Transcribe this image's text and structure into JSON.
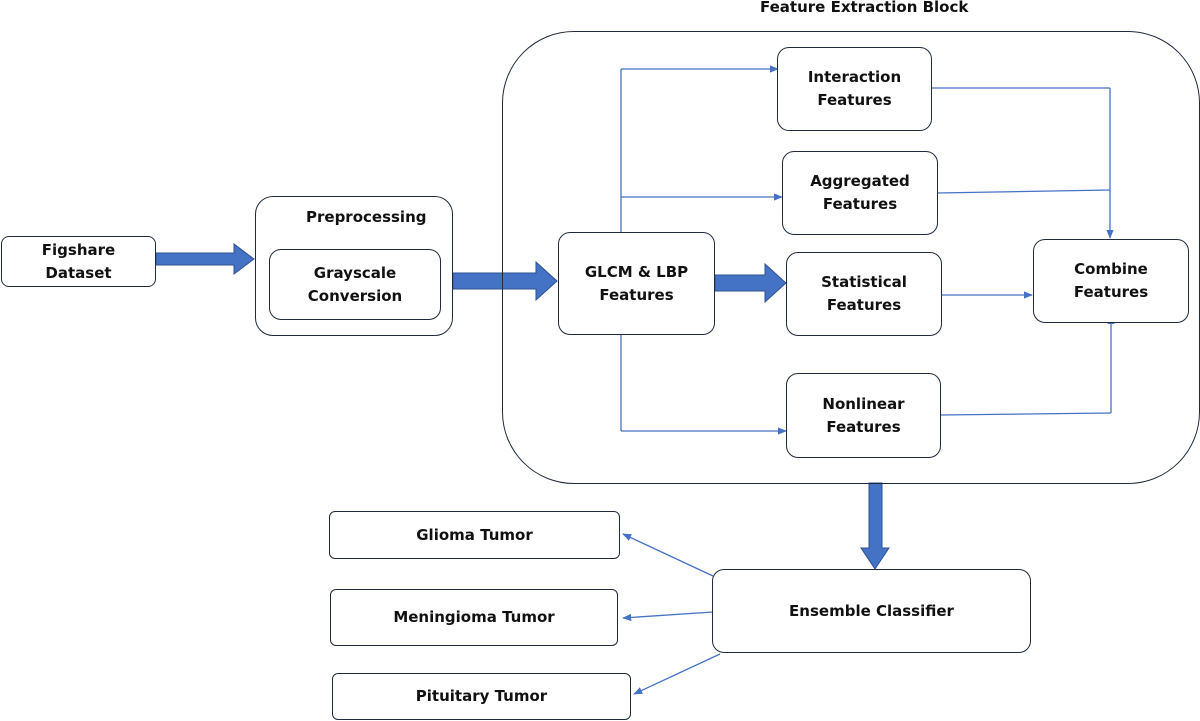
{
  "colors": {
    "arrow": "#4472c4",
    "border": "#1f2b3d",
    "text": "#111111"
  },
  "feature_block": {
    "title": "Feature Extraction Block"
  },
  "preprocessing": {
    "title": "Preprocessing"
  },
  "nodes": {
    "figshare": "Figshare\nDataset",
    "grayscale": "Grayscale\nConversion",
    "glcm_lbp": "GLCM & LBP\nFeatures",
    "interaction": "Interaction\nFeatures",
    "aggregated": "Aggregated\nFeatures",
    "statistical": "Statistical\nFeatures",
    "nonlinear": "Nonlinear\nFeatures",
    "combine": "Combine\nFeatures",
    "ensemble": "Ensemble Classifier",
    "glioma": "Glioma Tumor",
    "meningioma": "Meningioma Tumor",
    "pituitary": "Pituitary Tumor"
  }
}
